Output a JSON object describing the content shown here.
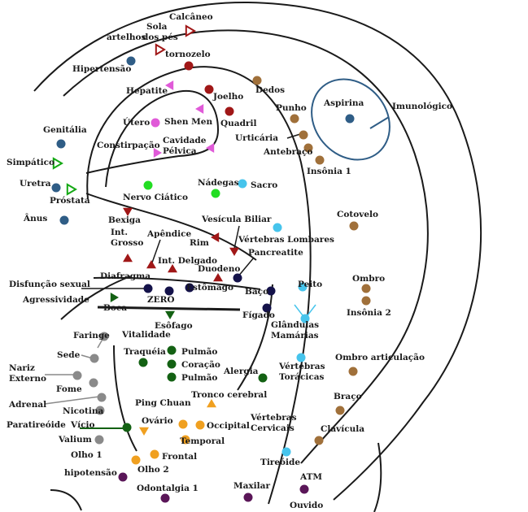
{
  "palette": {
    "dark_red": "#a01717",
    "pink": "#e05ad8",
    "brown": "#a0703a",
    "dark_navy": "#14124a",
    "light_blue": "#46c4ec",
    "green": "#14a814",
    "bright_green": "#22dd22",
    "dark_green": "#136113",
    "gray": "#8a8a8a",
    "orange": "#f0a020",
    "purple": "#5a1658",
    "steel_blue": "#2f5d86",
    "outline": "#1a1a1a"
  },
  "points": [
    {
      "label": "Calcâneo",
      "color": "dark_red"
    },
    {
      "label": "Sola dos pés",
      "color": "dark_red"
    },
    {
      "label": "artelhos",
      "color": "dark_red"
    },
    {
      "label": "tornozelo",
      "color": "dark_red"
    },
    {
      "label": "Hipertensão",
      "color": "steel_blue"
    },
    {
      "label": "Hepatite",
      "color": "pink"
    },
    {
      "label": "Joelho",
      "color": "dark_red"
    },
    {
      "label": "Quadril",
      "color": "dark_red"
    },
    {
      "label": "Dedos",
      "color": "brown"
    },
    {
      "label": "Punho",
      "color": "brown"
    },
    {
      "label": "Urticária",
      "color": "brown"
    },
    {
      "label": "Antebraço",
      "color": "brown"
    },
    {
      "label": "Insônia 1",
      "color": "brown"
    },
    {
      "label": "Aspirina",
      "color": "steel_blue"
    },
    {
      "label": "Imunológico",
      "color": "steel_blue"
    },
    {
      "label": "Útero",
      "color": "pink"
    },
    {
      "label": "Shen Men",
      "color": "pink"
    },
    {
      "label": "Constirpação",
      "color": "pink"
    },
    {
      "label": "Cavidade Pélvica",
      "color": "pink"
    },
    {
      "label": "Genitália",
      "color": "steel_blue"
    },
    {
      "label": "Simpático",
      "color": "green"
    },
    {
      "label": "Uretra",
      "color": "steel_blue"
    },
    {
      "label": "Próstata",
      "color": "green"
    },
    {
      "label": "Ânus",
      "color": "steel_blue"
    },
    {
      "label": "Nervo Ciático",
      "color": "bright_green"
    },
    {
      "label": "Nádegas",
      "color": "bright_green"
    },
    {
      "label": "Sacro",
      "color": "light_blue"
    },
    {
      "label": "Bexiga",
      "color": "dark_red"
    },
    {
      "label": "Int. Grosso",
      "color": "dark_red"
    },
    {
      "label": "Apêndice",
      "color": "dark_red"
    },
    {
      "label": "Int. Delgado",
      "color": "dark_red"
    },
    {
      "label": "Vesícula Biliar",
      "color": "dark_red"
    },
    {
      "label": "Rim",
      "color": "dark_red"
    },
    {
      "label": "Vértebras Lombares",
      "color": "light_blue"
    },
    {
      "label": "Pancreatite",
      "color": "dark_red"
    },
    {
      "label": "Duodeno",
      "color": "dark_red"
    },
    {
      "label": "Cotovelo",
      "color": "brown"
    },
    {
      "label": "Disfunção sexual",
      "color": "dark_navy"
    },
    {
      "label": "Agressividade",
      "color": "dark_green"
    },
    {
      "label": "Diafragma",
      "color": "dark_navy"
    },
    {
      "label": "Boca",
      "color": "dark_green"
    },
    {
      "label": "ZERO",
      "color": "dark_navy"
    },
    {
      "label": "Estômago",
      "color": "dark_navy"
    },
    {
      "label": "Baço",
      "color": "dark_navy"
    },
    {
      "label": "Fígado",
      "color": "dark_navy"
    },
    {
      "label": "Peito",
      "color": "light_blue"
    },
    {
      "label": "Glândulas Mamárias",
      "color": "light_blue"
    },
    {
      "label": "Ombro",
      "color": "brown"
    },
    {
      "label": "Insônia 2",
      "color": "brown"
    },
    {
      "label": "Esôfago",
      "color": "dark_green"
    },
    {
      "label": "Faringe",
      "color": "gray"
    },
    {
      "label": "Vitalidade",
      "color": "gray"
    },
    {
      "label": "Sede",
      "color": "gray"
    },
    {
      "label": "Traquéia",
      "color": "dark_green"
    },
    {
      "label": "Pulmão",
      "color": "dark_green"
    },
    {
      "label": "Coração",
      "color": "dark_green"
    },
    {
      "label": "Pulmão",
      "color": "dark_green"
    },
    {
      "label": "Nariz Externo",
      "color": "gray"
    },
    {
      "label": "Alergia",
      "color": "dark_green"
    },
    {
      "label": "Vértebras Torácicas",
      "color": "light_blue"
    },
    {
      "label": "Ombro articulação",
      "color": "brown"
    },
    {
      "label": "Fome",
      "color": "gray"
    },
    {
      "label": "Adrenal",
      "color": "gray"
    },
    {
      "label": "Nicotina",
      "color": "gray"
    },
    {
      "label": "Braço",
      "color": "brown"
    },
    {
      "label": "Ping Chuan",
      "color": "orange"
    },
    {
      "label": "Tronco cerebral",
      "color": "orange"
    },
    {
      "label": "Paratireóide",
      "color": "gray"
    },
    {
      "label": "Vício",
      "color": "dark_green"
    },
    {
      "label": "Ovário",
      "color": "orange"
    },
    {
      "label": "Occipital",
      "color": "orange"
    },
    {
      "label": "Vértebras Cervicais",
      "color": "light_blue"
    },
    {
      "label": "Clavícula",
      "color": "brown"
    },
    {
      "label": "Valium",
      "color": "gray"
    },
    {
      "label": "Temporal",
      "color": "orange"
    },
    {
      "label": "Olho 1",
      "color": "gray"
    },
    {
      "label": "Frontal",
      "color": "orange"
    },
    {
      "label": "Olho 2",
      "color": "orange"
    },
    {
      "label": "Tireóide",
      "color": "light_blue"
    },
    {
      "label": "hipotensão",
      "color": "purple"
    },
    {
      "label": "Odontalgia 1",
      "color": "purple"
    },
    {
      "label": "Maxilar",
      "color": "purple"
    },
    {
      "label": "ATM",
      "color": "purple"
    },
    {
      "label": "Ouvido",
      "color": "purple"
    }
  ]
}
